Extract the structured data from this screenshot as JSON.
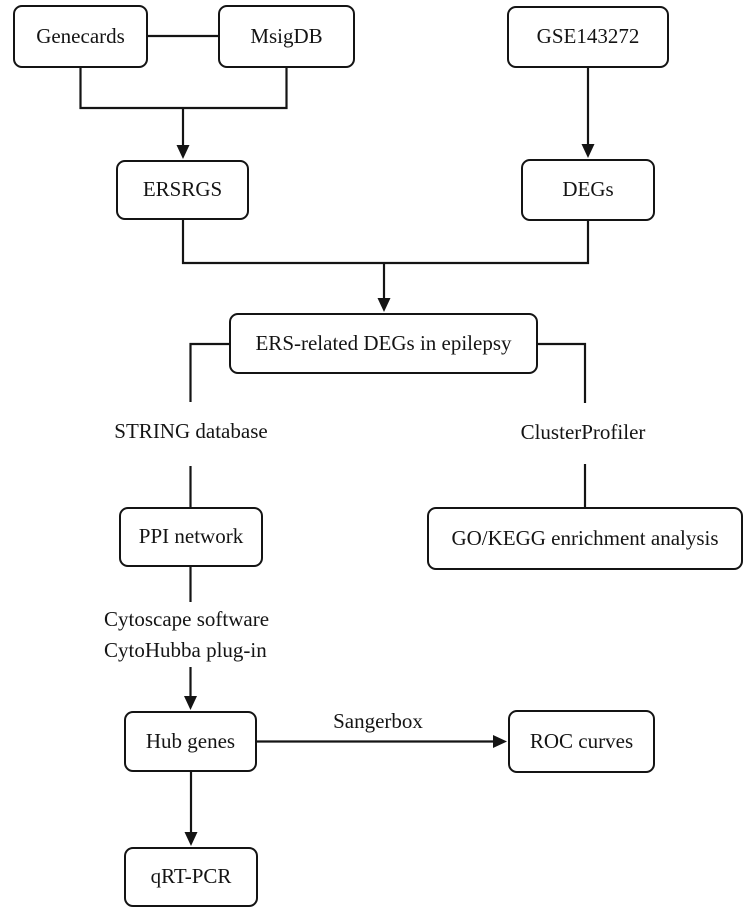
{
  "diagram": {
    "nodes": {
      "genecards": {
        "label": "Genecards"
      },
      "msigdb": {
        "label": "MsigDB"
      },
      "gse143272": {
        "label": "GSE143272"
      },
      "ersrgs": {
        "label": "ERSRGS"
      },
      "degs": {
        "label": "DEGs"
      },
      "ers_related_degs": {
        "label": "ERS-related DEGs in epilepsy"
      },
      "ppi_network": {
        "label": "PPI network"
      },
      "go_kegg": {
        "label": "GO/KEGG enrichment analysis"
      },
      "hub_genes": {
        "label": "Hub genes"
      },
      "roc_curves": {
        "label": "ROC curves"
      },
      "qrt_pcr": {
        "label": "qRT-PCR"
      }
    },
    "edge_labels": {
      "string_database": {
        "text": "STRING database"
      },
      "clusterprofiler": {
        "text": "ClusterProfiler"
      },
      "cytoscape_software": {
        "text": "Cytoscape software"
      },
      "cytohubba_plugin": {
        "text": "CytoHubba plug-in"
      },
      "sangerbox": {
        "text": "Sangerbox"
      }
    },
    "colors": {
      "line": "#141414",
      "text": "#141414",
      "node_fill": "#ffffff",
      "background": "#ffffff"
    }
  }
}
